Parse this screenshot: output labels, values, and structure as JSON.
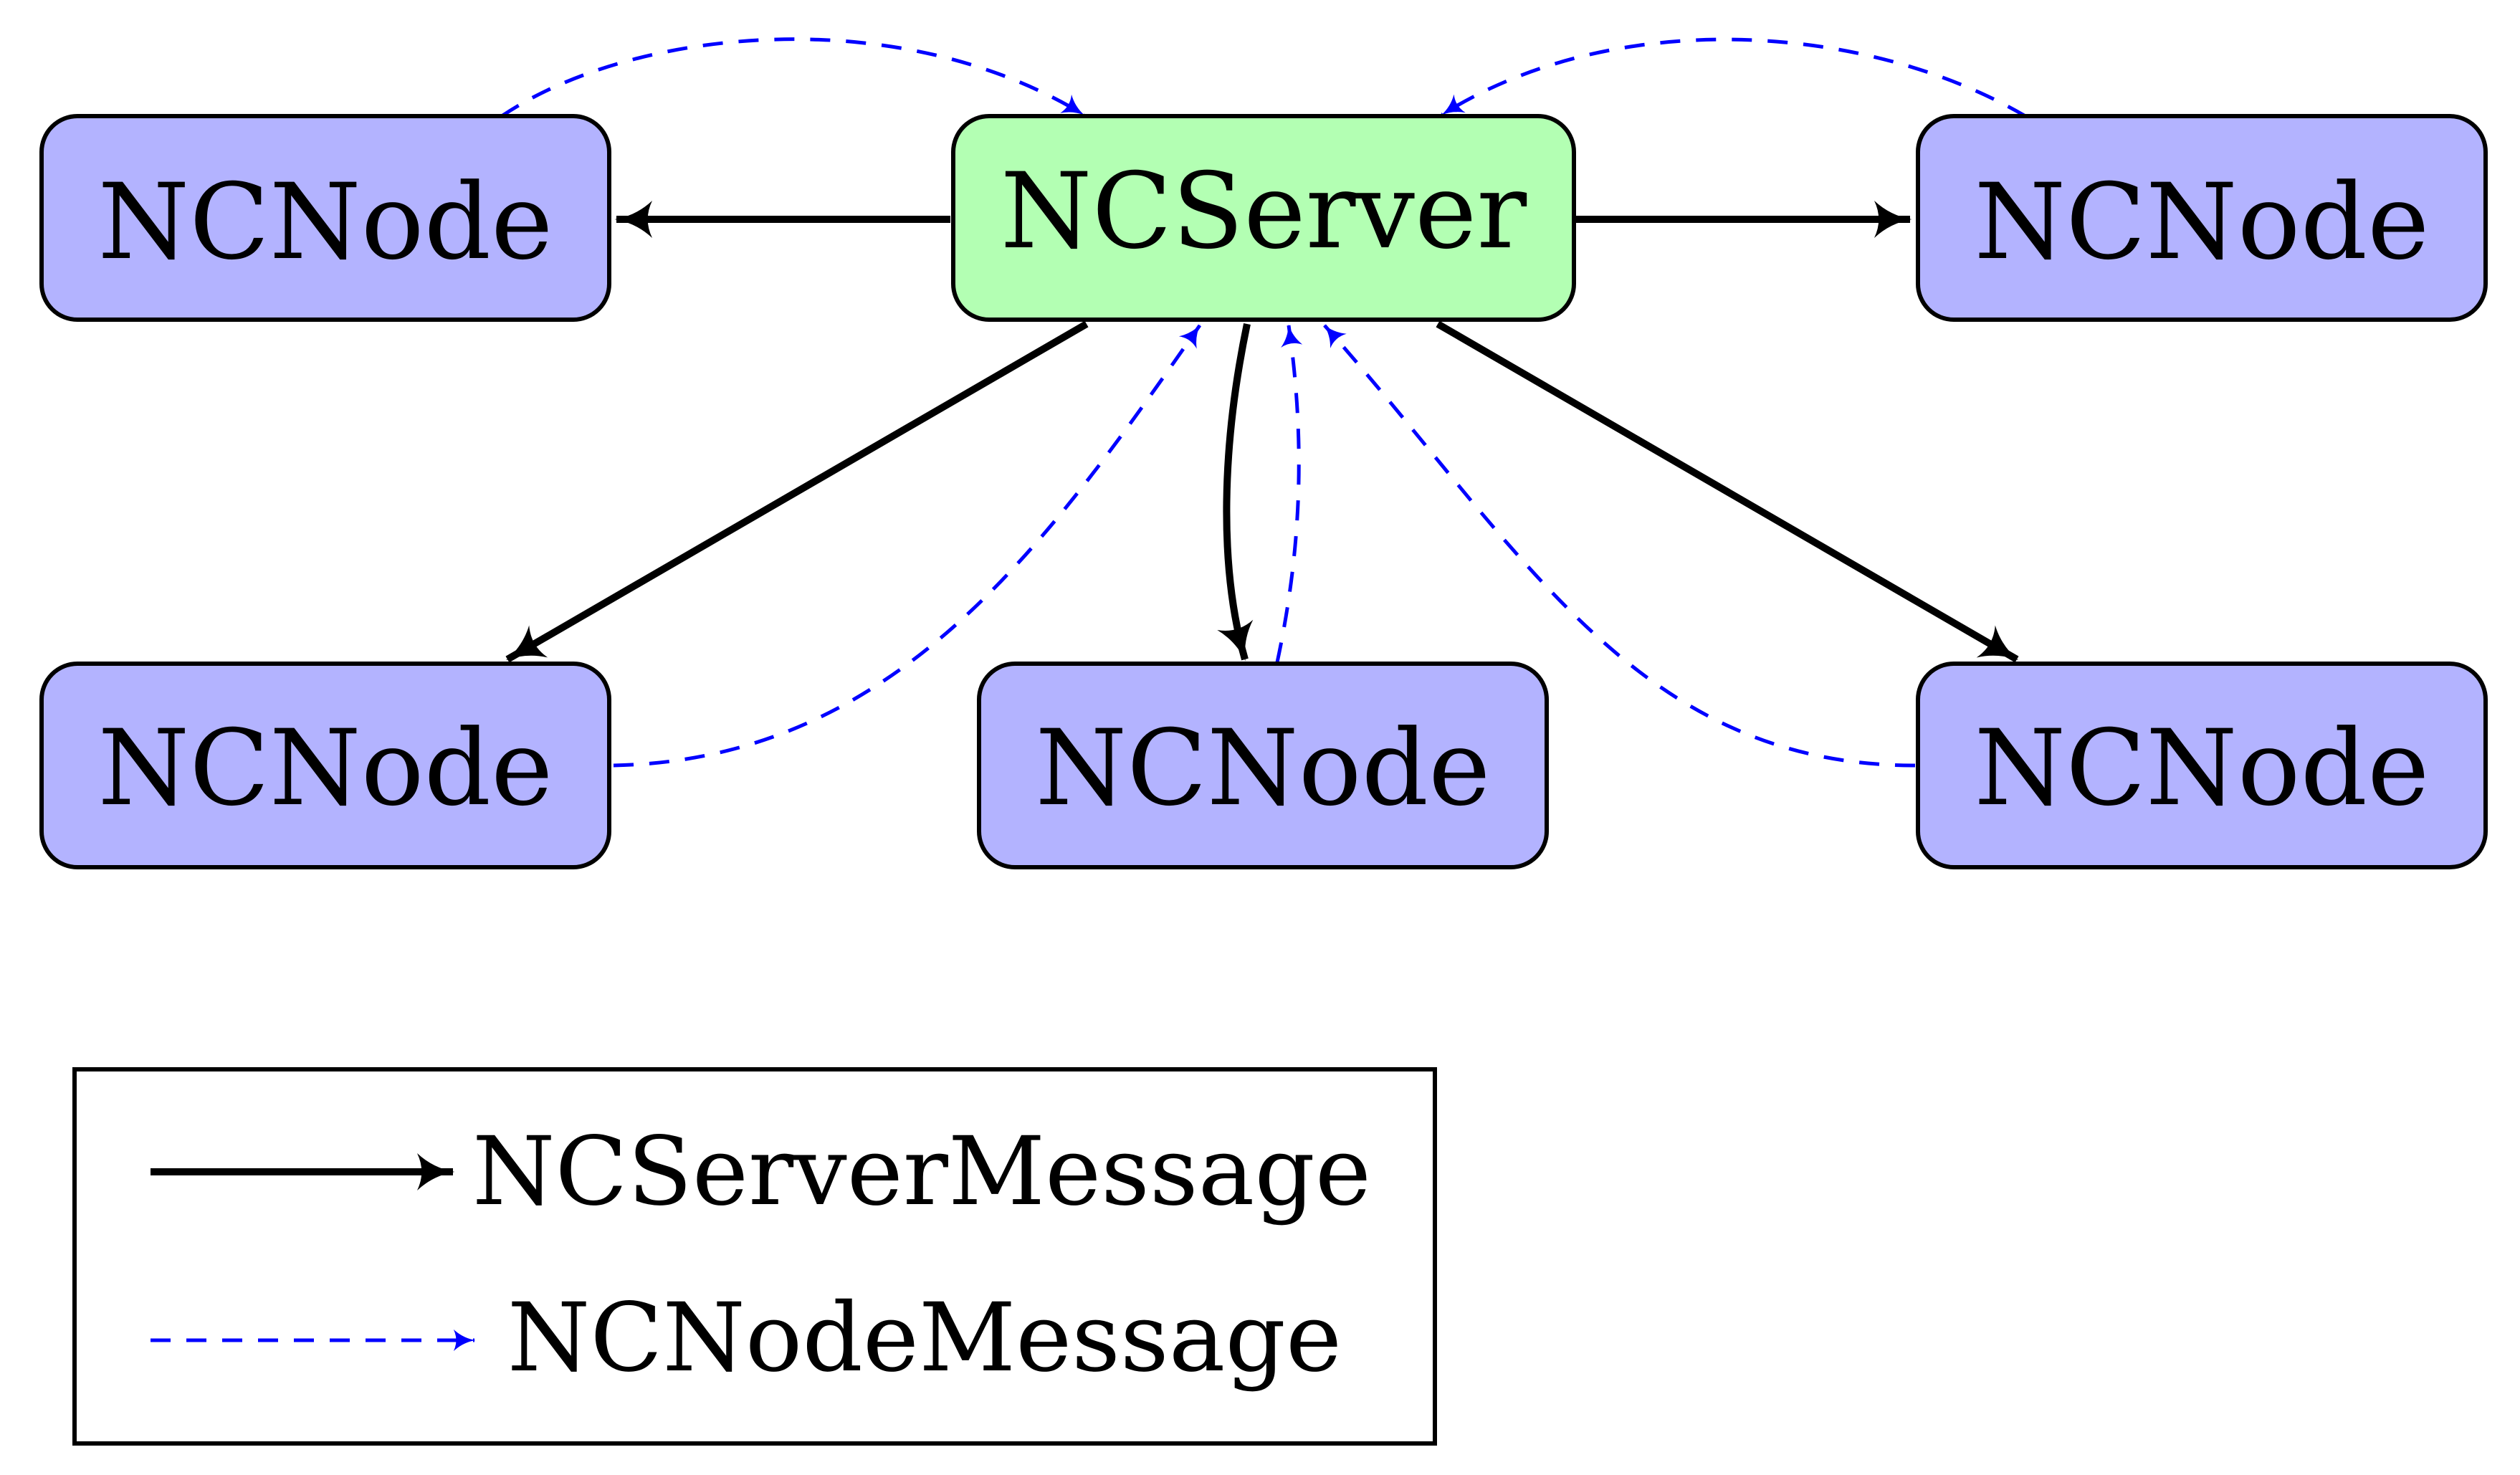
{
  "diagram": {
    "server": {
      "label": "NCServer",
      "fill": "#b3ffb3"
    },
    "nodes": [
      {
        "label": "NCNode"
      },
      {
        "label": "NCNode"
      },
      {
        "label": "NCNode"
      },
      {
        "label": "NCNode"
      },
      {
        "label": "NCNode"
      }
    ],
    "node_fill": "#b3b3ff",
    "server_message_color": "#000000",
    "node_message_color": "#0000ff"
  },
  "legend": {
    "server_message": "NCServerMessage",
    "node_message": "NCNodeMessage"
  }
}
